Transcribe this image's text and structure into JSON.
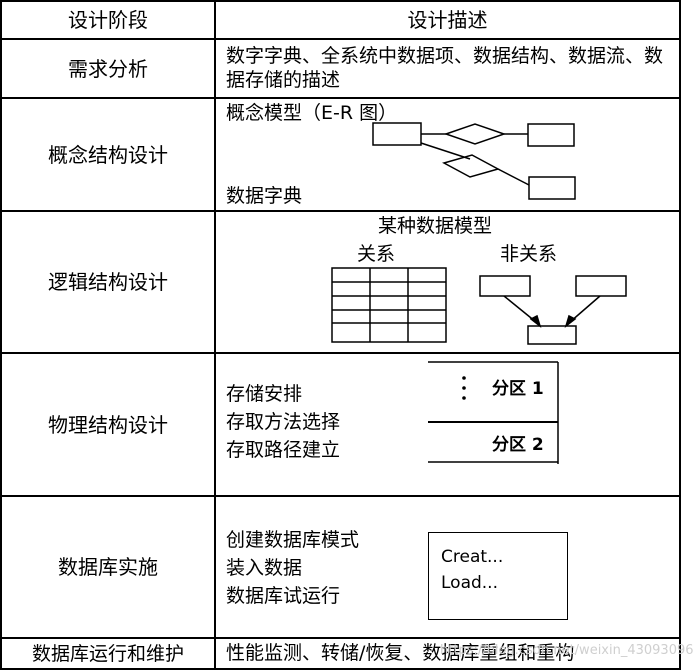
{
  "header": {
    "stage": "设计阶段",
    "description": "设计描述"
  },
  "rows": [
    {
      "stage": "需求分析",
      "description": "数字字典、全系统中数据项、数据结构、数据流、数据存储的描述"
    },
    {
      "stage": "概念结构设计",
      "diagram_title": "概念模型（E-R 图）",
      "note": "数据字典"
    },
    {
      "stage": "逻辑结构设计",
      "diagram_title": "某种数据模型",
      "relational_label": "关系",
      "nonrelational_label": "非关系"
    },
    {
      "stage": "物理结构设计",
      "lines": [
        "存储安排",
        "存取方法选择",
        "存取路径建立"
      ],
      "partition_1": "分区 1",
      "partition_2": "分区 2"
    },
    {
      "stage": "数据库实施",
      "lines": [
        "创建数据库模式",
        "装入数据",
        "数据库试运行"
      ],
      "code_lines": [
        "Creat...",
        "Load..."
      ]
    },
    {
      "stage": "数据库运行和维护",
      "description": "性能监测、转储/恢复、数据库重组和重构"
    }
  ],
  "watermark": "https://blog.csdn.net/weixin_43093096"
}
